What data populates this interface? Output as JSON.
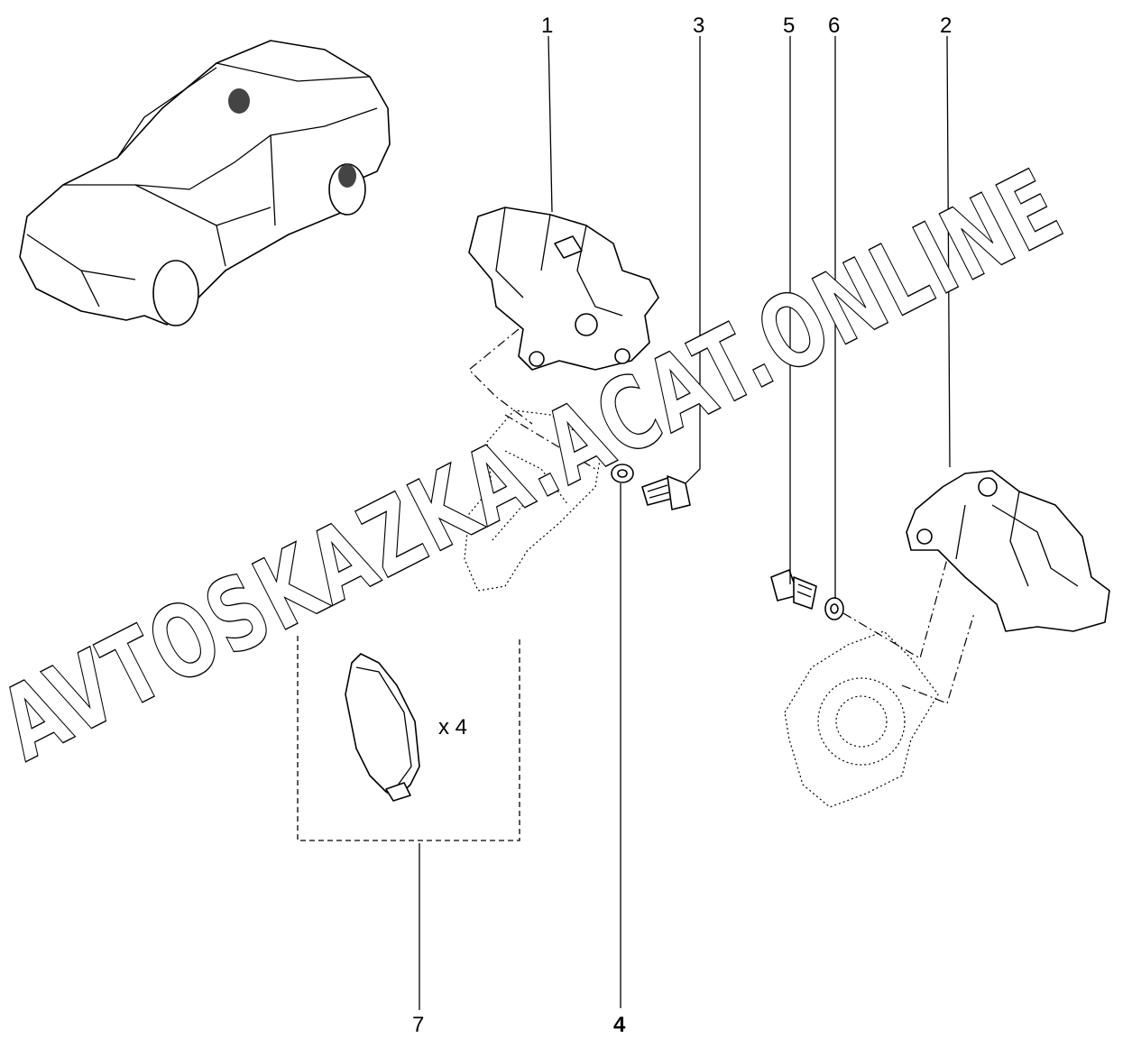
{
  "callouts": {
    "c1": "1",
    "c2": "2",
    "c3": "3",
    "c4": "4",
    "c5": "5",
    "c6": "6",
    "c7": "7"
  },
  "quantity_note": "x 4",
  "watermark": "AVTOSKAZKA.ACAT.ONLINE"
}
